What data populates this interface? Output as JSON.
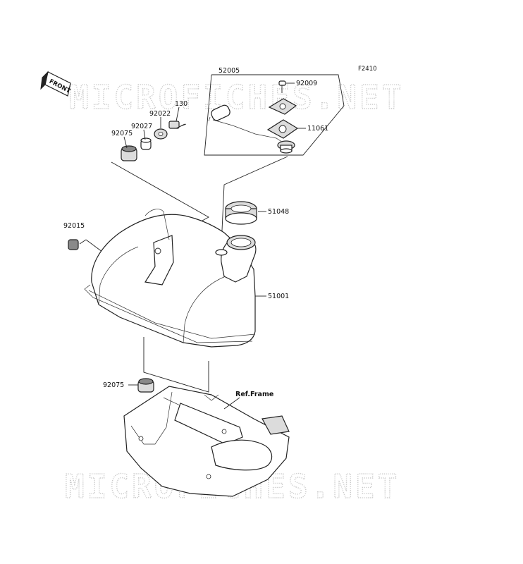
{
  "figure_code": "F2410",
  "front_label": "FRONT",
  "watermark": "MICROFICHES.NET",
  "parts": {
    "p52005": "52005",
    "p92009": "92009",
    "p11061": "11061",
    "p130": "130",
    "p92022": "92022",
    "p92027": "92027",
    "p92075_top": "92075",
    "p92015": "92015",
    "p51048": "51048",
    "p51001": "51001",
    "p92075_bottom": "92075",
    "ref_frame": "Ref.Frame"
  }
}
